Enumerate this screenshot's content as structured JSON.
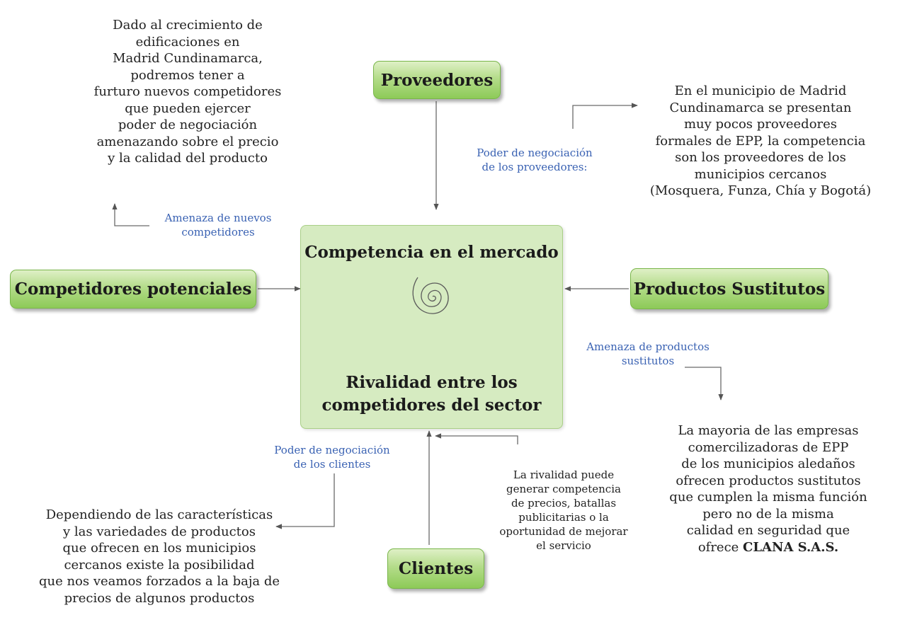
{
  "forces": {
    "proveedores": "Proveedores",
    "competidores_potenciales": "Competidores potenciales",
    "productos_sustitutos": "Productos Sustitutos",
    "clientes": "Clientes"
  },
  "center": {
    "title": "Competencia en el mercado",
    "subtitle": "Rivalidad entre los\ncompetidores del sector"
  },
  "labels": {
    "amenaza_nuevos": "Amenaza de nuevos\ncompetidores",
    "poder_proveedores": "Poder de negociación\nde los proveedores:",
    "amenaza_sustitutos": "Amenaza de productos\nsustitutos",
    "poder_clientes": "Poder de negociación\nde los clientes"
  },
  "notes": {
    "nuevos_competidores": "Dado al crecimiento de\nedificaciones en\nMadrid Cundinamarca,\npodremos tener a\nfurturo nuevos competidores\nque pueden ejercer\npoder de negociación\namenazando sobre el precio\ny la calidad del producto",
    "proveedores": "En el municipio de Madrid\nCundinamarca se presentan\nmuy pocos proveedores\nformales de EPP, la competencia\nson los proveedores de los\nmunicipios cercanos\n(Mosquera, Funza, Chía y Bogotá)",
    "sustitutos_main": "La mayoria de las empresas\ncomercilizadoras de EPP\nde los municipios aledaños\nofrecen productos sustitutos\nque cumplen la misma función\npero no de la misma\ncalidad en seguridad que\nofrece ",
    "sustitutos_company": "CLANA S.A.S.",
    "clientes": "Dependiendo de las características\ny las variedades de productos\nque ofrecen en los municipios\ncercanos existe la posibilidad\nque nos veamos forzados a la baja de\nprecios de algunos productos",
    "rivalidad": "La rivalidad puede\ngenerar competencia\nde precios, batallas\npublicitarias o la\noportunidad de mejorar\nel servicio"
  }
}
